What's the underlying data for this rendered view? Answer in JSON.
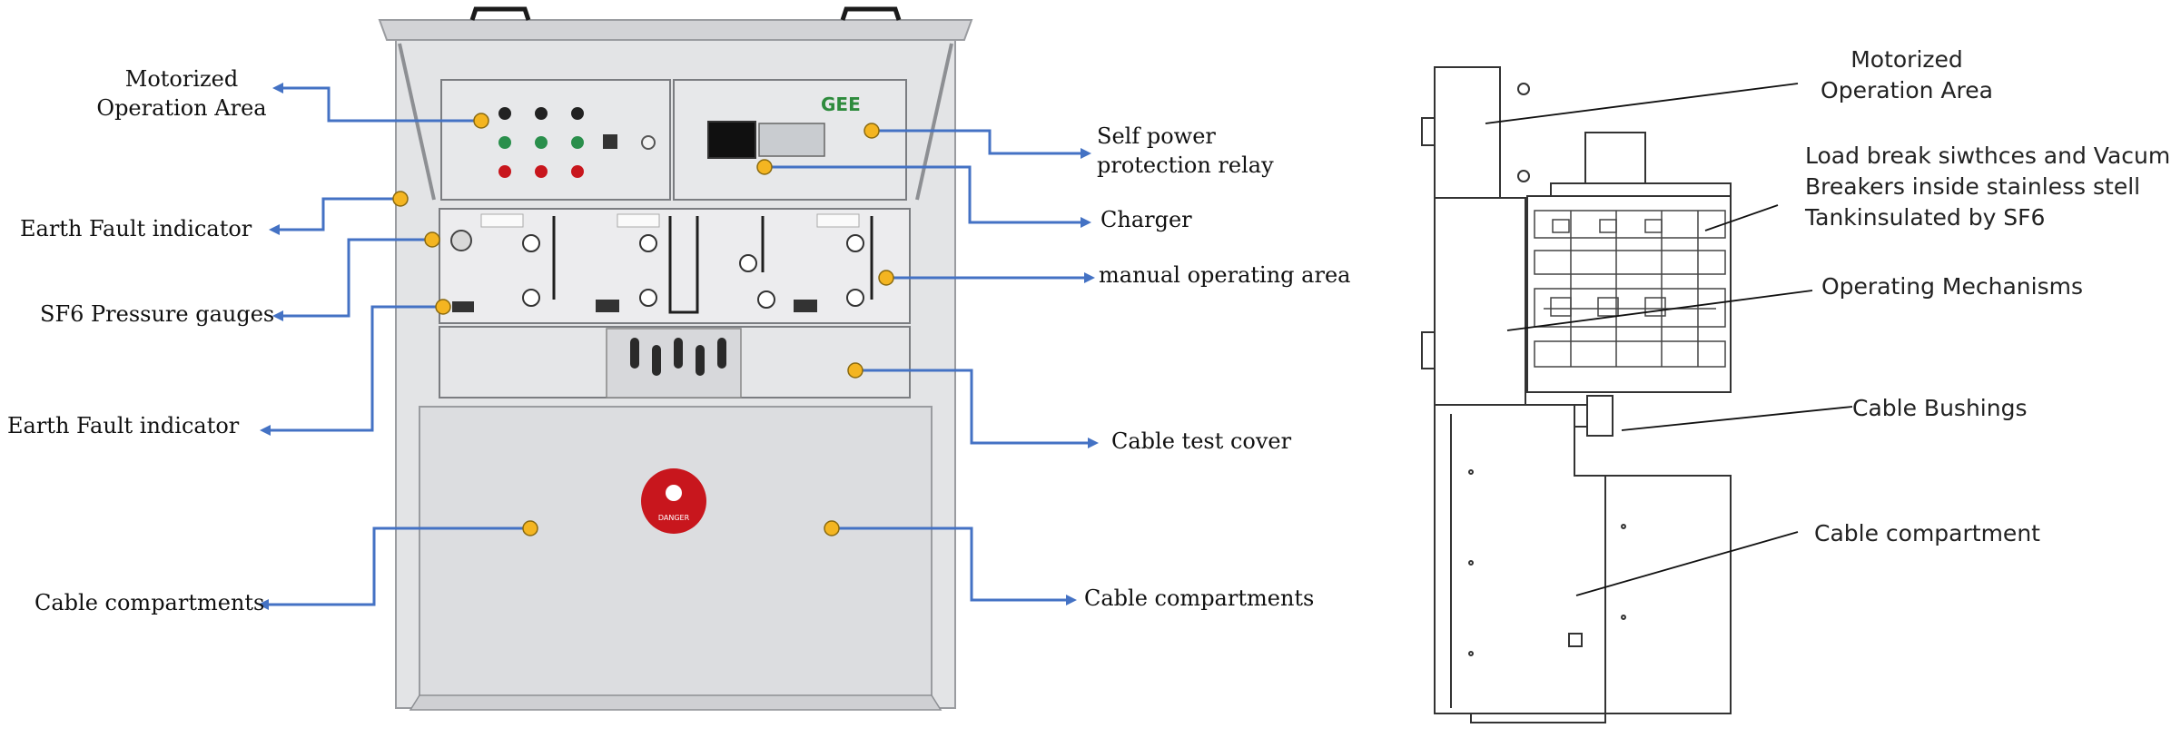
{
  "logo": {
    "text": "GEE"
  },
  "warning_sign": {
    "text": "DANGER"
  },
  "colors": {
    "leader_line": "#4472c4",
    "marker": "#f4b521",
    "marker_stroke": "#8a6a10",
    "cabinet_body": "#dfe0e2",
    "danger_red": "#c8161d",
    "drawing_line": "#333333"
  },
  "front_view": {
    "labels": {
      "motorized_line1": "Motorized",
      "motorized_line2": "Operation Area",
      "earth_fault_top": "Earth Fault indicator",
      "sf6_gauges": "SF6 Pressure gauges",
      "earth_fault_bottom": "Earth Fault indicator",
      "cable_comp_left": "Cable compartments",
      "self_power_line1": "Self power",
      "self_power_line2": "protection relay",
      "charger": "Charger",
      "manual_area": "manual operating area",
      "cable_test_cover": "Cable test cover",
      "cable_comp_right": "Cable compartments"
    }
  },
  "side_view": {
    "labels": {
      "motorized_line1": "Motorized",
      "motorized_line2": "Operation Area",
      "lbs_line1": "Load break siwthces and Vacum",
      "lbs_line2": "Breakers inside stainless stell",
      "lbs_line3": "Tankinsulated by SF6",
      "mechanisms": "Operating Mechanisms",
      "bushings": "Cable Bushings",
      "compartment": "Cable compartment"
    }
  }
}
